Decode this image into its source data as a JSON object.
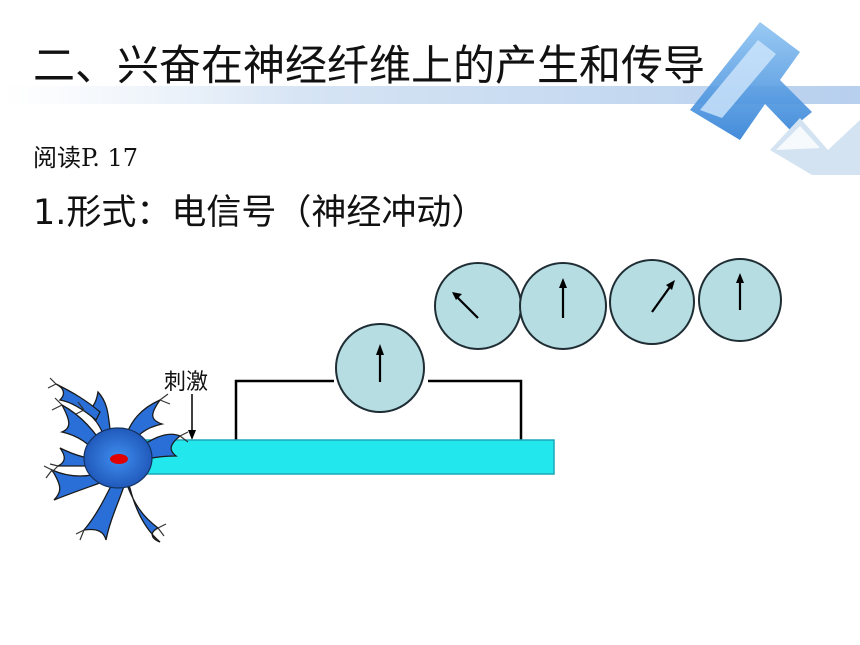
{
  "title": "二、兴奋在神经纤维上的产生和传导",
  "reading": "阅读P. 17",
  "point1": "1.形式：电信号（神经冲动）",
  "stimulus_label": "刺激",
  "colors": {
    "axon": "#22e8ee",
    "axon_edge": "#1aa8b8",
    "meter_face": "#b6dde2",
    "neuron_body": "#2a6fd8",
    "nucleus": "#e00000",
    "banner": "#5aa0e6"
  },
  "icons": [
    "galvanometer-icon",
    "neuron-icon",
    "stimulus-arrow-icon"
  ],
  "meters": {
    "main_needle_angle_deg": 0,
    "sequence_needle_angles_deg": [
      -45,
      0,
      45,
      0
    ]
  }
}
